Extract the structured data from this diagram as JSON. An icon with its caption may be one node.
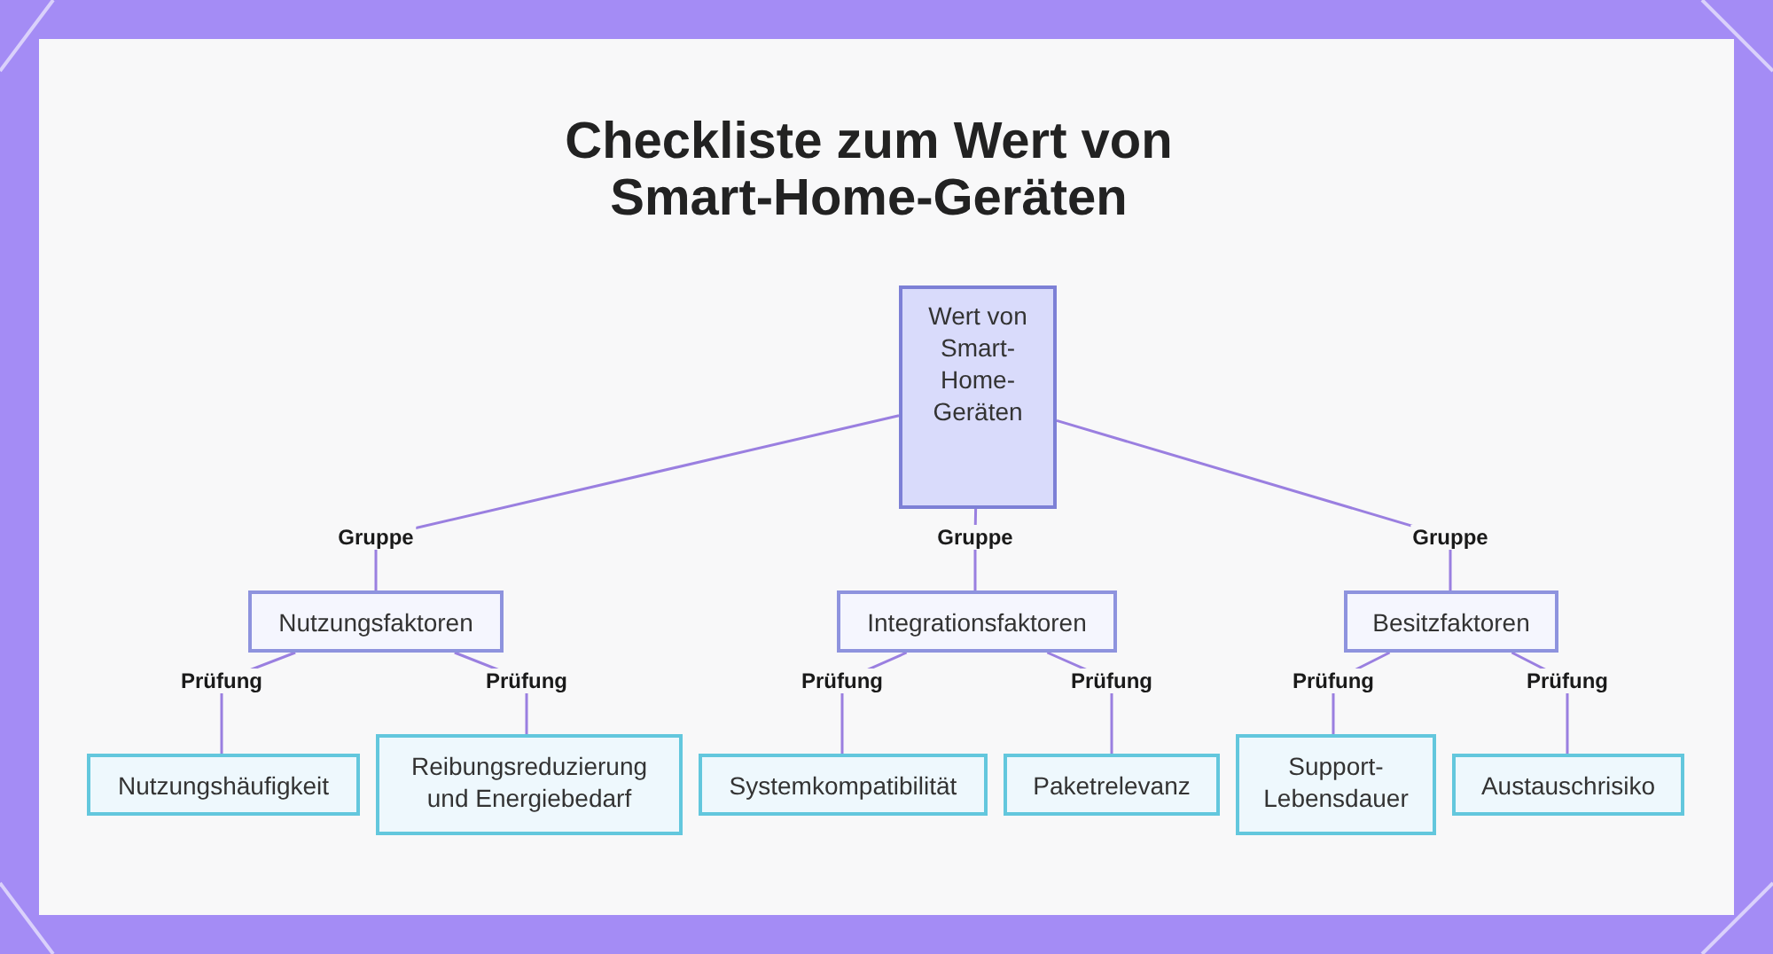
{
  "diagram": {
    "title": "Checkliste zum Wert von Smart-Home-Geräten",
    "nodes": [
      {
        "text": [
          "Wert von Smart-Home-Geräten"
        ]
      },
      {
        "text": [
          "Nutzungsfaktoren"
        ]
      },
      {
        "text": [
          "Nutzungshäufigkeit"
        ]
      },
      {
        "text": [
          "Reibungsreduzierung und Energiebedarf"
        ]
      },
      {
        "text": [
          "Integrationsfaktoren"
        ]
      },
      {
        "text": [
          "Systemkompatibilität"
        ]
      },
      {
        "text": [
          "Paketrelevanz"
        ]
      },
      {
        "text": [
          "Besitzfaktoren"
        ]
      },
      {
        "text": [
          "Support-Lebensdauer"
        ]
      },
      {
        "text": [
          "Austauschrisiko"
        ]
      }
    ],
    "edges": [
      {
        "from": 0,
        "to": 1,
        "arrow": "none",
        "label": "Gruppe"
      },
      {
        "from": 0,
        "to": 4,
        "arrow": "none",
        "label": "Gruppe"
      },
      {
        "from": 0,
        "to": 7,
        "arrow": "none",
        "label": "Gruppe"
      },
      {
        "from": 1,
        "to": 2,
        "arrow": "none",
        "label": "Prüfung"
      },
      {
        "from": 1,
        "to": 3,
        "arrow": "none",
        "label": "Prüfung"
      },
      {
        "from": 4,
        "to": 5,
        "arrow": "none",
        "label": "Prüfung"
      },
      {
        "from": 4,
        "to": 6,
        "arrow": "none",
        "label": "Prüfung"
      },
      {
        "from": 7,
        "to": 8,
        "arrow": "none",
        "label": "Prüfung"
      },
      {
        "from": 7,
        "to": 9,
        "arrow": "none",
        "label": "Prüfung"
      }
    ]
  }
}
